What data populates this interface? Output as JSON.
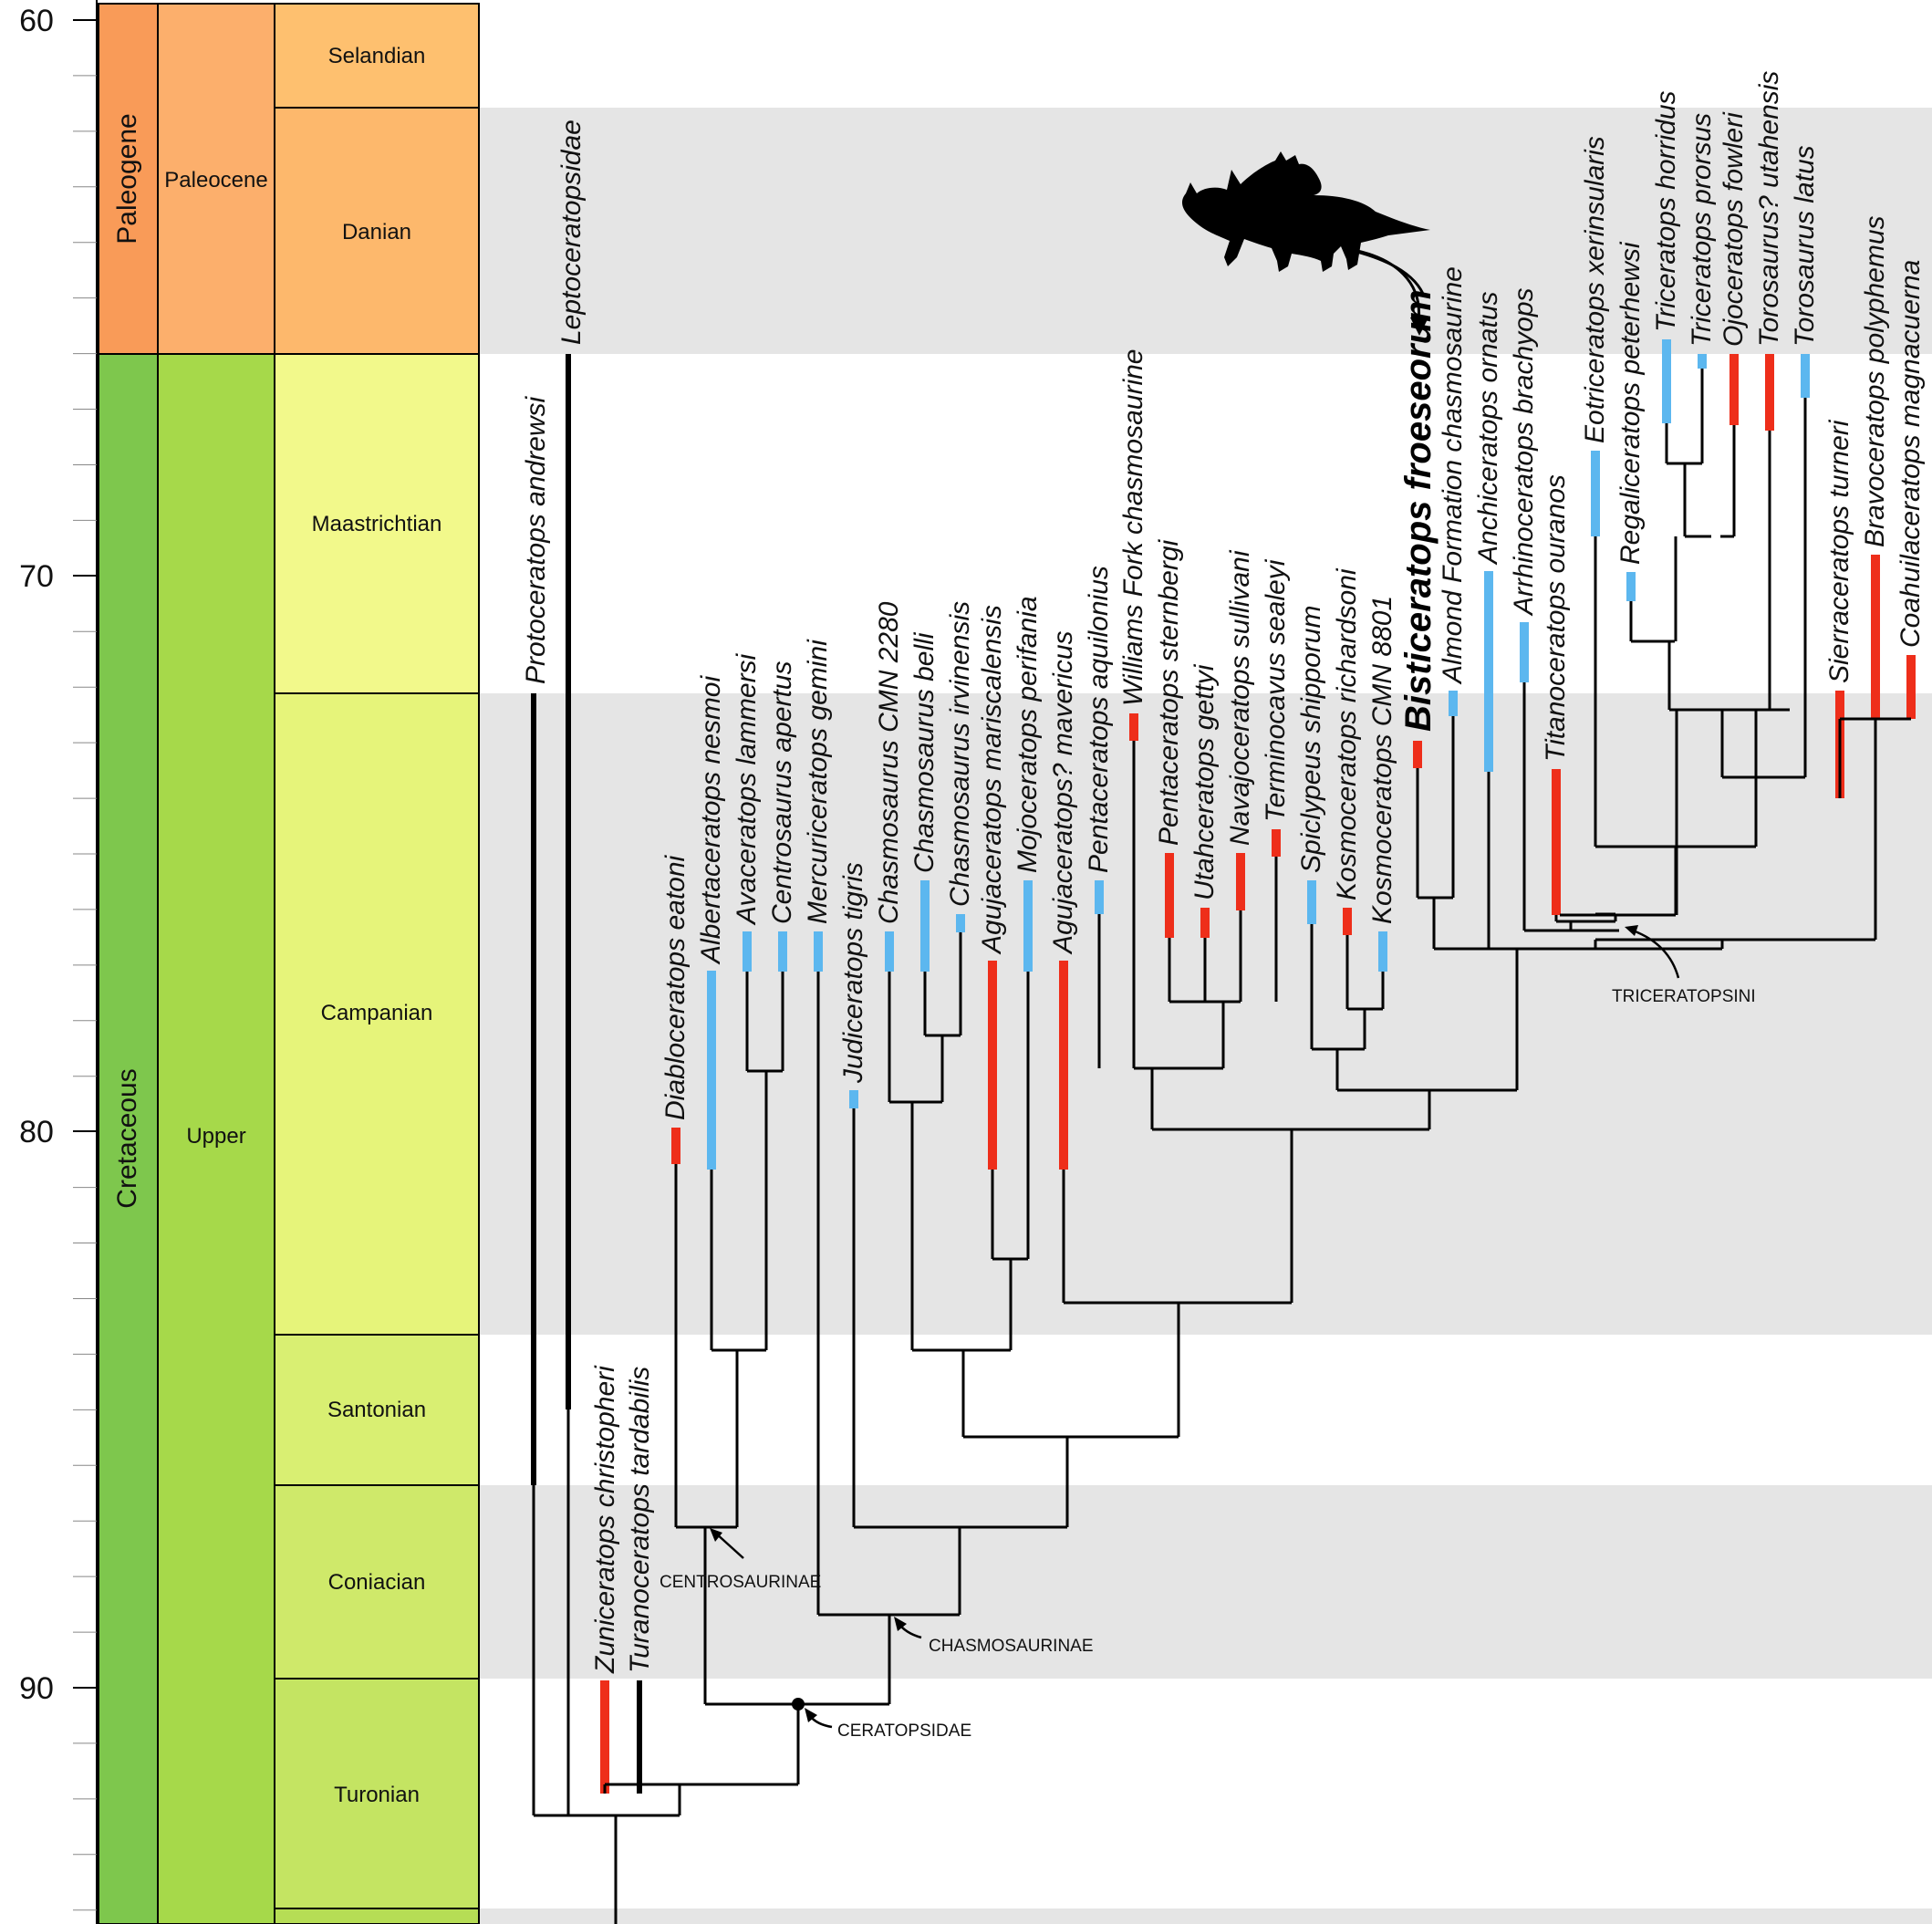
{
  "axis": {
    "ticks": [
      "60",
      "70",
      "80",
      "90"
    ]
  },
  "periods": {
    "paleogene": "Paleogene",
    "cretaceous": "Cretaceous"
  },
  "epochs": {
    "paleocene": "Paleocene",
    "upper": "Upper"
  },
  "stages": {
    "selandian": "Selandian",
    "danian": "Danian",
    "maastrichtian": "Maastrichtian",
    "campanian": "Campanian",
    "santonian": "Santonian",
    "coniacian": "Coniacian",
    "turonian": "Turonian"
  },
  "colors": {
    "paleogene": "#f99b58",
    "paleocene": "#fcaf6c",
    "selandian": "#fec06f",
    "danian": "#fdb86c",
    "cretaceous": "#7ec74d",
    "upper": "#a6d94a",
    "maastrichtian": "#f2f98b",
    "campanian": "#e6f47a",
    "santonian": "#d9ef72",
    "coniacian": "#cfe96a",
    "turonian": "#c4e462",
    "band_shade": "#e5e5e5",
    "range_red": "#ee2e1a",
    "range_blue": "#5cb7ef"
  },
  "taxa": {
    "protoceratops": "Protoceratops andrewsi",
    "leptoceratopsidae": "Leptoceratopsidae",
    "zuniceratops": "Zuniceratops christopheri",
    "turanoceratops": "Turanoceratops tardabilis",
    "diabloceratops": "Diabloceratops eatoni",
    "albertaceratops": "Albertaceratops nesmoi",
    "avaceratops": "Avaceratops lammersi",
    "centrosaurus": "Centrosaurus apertus",
    "mercuriceratops": "Mercuriceratops gemini",
    "judiceratops": "Judiceratops tigris",
    "chasmo2280": "Chasmosaurus CMN 2280",
    "chasmo_belli": "Chasmosaurus belli",
    "chasmo_irv": "Chasmosaurus irvinensis",
    "aguj_maris": "Agujaceratops mariscalensis",
    "mojoceratops": "Mojoceratops perifania",
    "aguj_mav": "Agujaceratops? mavericus",
    "penta_aquil": "Pentaceratops aquilonius",
    "williams_fork": "Williams Fork chasmosaurine",
    "penta_stern": "Pentaceratops sternbergi",
    "utahceratops": "Utahceratops gettyi",
    "navajoceratops": "Navajoceratops sullivani",
    "terminocavus": "Terminocavus sealeyi",
    "spiclypeus": "Spiclypeus shipporum",
    "kosmo_rich": "Kosmoceratops richardsoni",
    "kosmo8801": "Kosmoceratops CMN 8801",
    "bisticeratops": "Bisticeratops froeseorum",
    "almond": "Almond Formation chasmosaurine",
    "anchiceratops": "Anchiceratops ornatus",
    "arrhinoceratops": "Arrhinoceratops brachyops",
    "titanoceratops": "Titanoceratops ouranos",
    "eotriceratops": "Eotriceratops xerinsularis",
    "regaliceratops": "Regaliceratops peterhewsi",
    "tri_horridus": "Triceratops horridus",
    "tri_prorsus": "Triceratops prorsus",
    "ojoceratops": "Ojoceratops fowleri",
    "toro_utah": "Torosaurus? utahensis",
    "toro_latus": "Torosaurus latus",
    "sierraceratops": "Sierraceratops turneri",
    "bravoceratops": "Bravoceratops polyphemus",
    "coahuilaceratops": "Coahuilaceratops magnacuerna"
  },
  "clades": {
    "centrosaurinae": "CENTROSAURINAE",
    "chasmosaurinae": "CHASMOSAURINAE",
    "ceratopsidae": "CERATOPSIDAE",
    "triceratopsini": "TRICERATOPSINI"
  },
  "silhouette": "ceratopsid-silhouette-icon"
}
